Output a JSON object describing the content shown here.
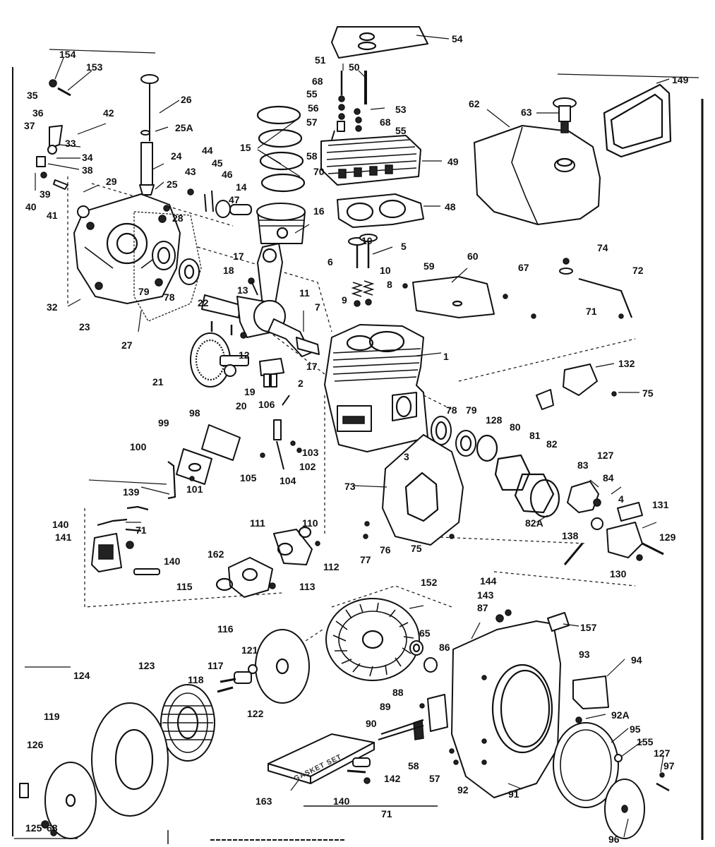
{
  "callouts": [
    {
      "id": "c154",
      "text": "154"
    },
    {
      "id": "c153",
      "text": "153"
    },
    {
      "id": "c35",
      "text": "35"
    },
    {
      "id": "c36",
      "text": "36"
    },
    {
      "id": "c37",
      "text": "37"
    },
    {
      "id": "c42",
      "text": "42"
    },
    {
      "id": "c33",
      "text": "33"
    },
    {
      "id": "c34",
      "text": "34"
    },
    {
      "id": "c38",
      "text": "38"
    },
    {
      "id": "c39",
      "text": "39"
    },
    {
      "id": "c40",
      "text": "40"
    },
    {
      "id": "c41",
      "text": "41"
    },
    {
      "id": "c29",
      "text": "29"
    },
    {
      "id": "c26",
      "text": "26"
    },
    {
      "id": "c25A",
      "text": "25A"
    },
    {
      "id": "c24",
      "text": "24"
    },
    {
      "id": "c25",
      "text": "25"
    },
    {
      "id": "c28",
      "text": "28"
    },
    {
      "id": "c32",
      "text": "32"
    },
    {
      "id": "c23",
      "text": "23"
    },
    {
      "id": "c27",
      "text": "27"
    },
    {
      "id": "c79a",
      "text": "79"
    },
    {
      "id": "c78a",
      "text": "78"
    },
    {
      "id": "c15",
      "text": "15"
    },
    {
      "id": "c44",
      "text": "44"
    },
    {
      "id": "c43",
      "text": "43"
    },
    {
      "id": "c45",
      "text": "45"
    },
    {
      "id": "c46",
      "text": "46"
    },
    {
      "id": "c14",
      "text": "14"
    },
    {
      "id": "c47",
      "text": "47"
    },
    {
      "id": "c16",
      "text": "16"
    },
    {
      "id": "c17a",
      "text": "17"
    },
    {
      "id": "c18",
      "text": "18"
    },
    {
      "id": "c13",
      "text": "13"
    },
    {
      "id": "c11",
      "text": "11"
    },
    {
      "id": "c22",
      "text": "22"
    },
    {
      "id": "c7",
      "text": "7"
    },
    {
      "id": "c12",
      "text": "12"
    },
    {
      "id": "c21",
      "text": "21"
    },
    {
      "id": "c17b",
      "text": "17"
    },
    {
      "id": "c19",
      "text": "19"
    },
    {
      "id": "c20",
      "text": "20"
    },
    {
      "id": "c54",
      "text": "54"
    },
    {
      "id": "c51",
      "text": "51"
    },
    {
      "id": "c50",
      "text": "50"
    },
    {
      "id": "c68a",
      "text": "68"
    },
    {
      "id": "c55a",
      "text": "55"
    },
    {
      "id": "c53",
      "text": "53"
    },
    {
      "id": "c56",
      "text": "56"
    },
    {
      "id": "c68b",
      "text": "68"
    },
    {
      "id": "c57a",
      "text": "57"
    },
    {
      "id": "c55b",
      "text": "55"
    },
    {
      "id": "c58a",
      "text": "58"
    },
    {
      "id": "c70",
      "text": "70"
    },
    {
      "id": "c49",
      "text": "49"
    },
    {
      "id": "c48",
      "text": "48"
    },
    {
      "id": "c62",
      "text": "62"
    },
    {
      "id": "c63",
      "text": "63"
    },
    {
      "id": "c149",
      "text": "149"
    },
    {
      "id": "c74",
      "text": "74"
    },
    {
      "id": "c72",
      "text": "72"
    },
    {
      "id": "c71a",
      "text": "71"
    },
    {
      "id": "c6",
      "text": "6"
    },
    {
      "id": "c5",
      "text": "5"
    },
    {
      "id": "c10a",
      "text": "10"
    },
    {
      "id": "c10b",
      "text": "10"
    },
    {
      "id": "c59",
      "text": "59"
    },
    {
      "id": "c60",
      "text": "60"
    },
    {
      "id": "c67",
      "text": "67"
    },
    {
      "id": "c8",
      "text": "8"
    },
    {
      "id": "c9",
      "text": "9"
    },
    {
      "id": "c1",
      "text": "1"
    },
    {
      "id": "c132",
      "text": "132"
    },
    {
      "id": "c75a",
      "text": "75"
    },
    {
      "id": "c2",
      "text": "2"
    },
    {
      "id": "c106",
      "text": "106"
    },
    {
      "id": "c78b",
      "text": "78"
    },
    {
      "id": "c79b",
      "text": "79"
    },
    {
      "id": "c128",
      "text": "128"
    },
    {
      "id": "c80",
      "text": "80"
    },
    {
      "id": "c81",
      "text": "81"
    },
    {
      "id": "c82",
      "text": "82"
    },
    {
      "id": "c98",
      "text": "98"
    },
    {
      "id": "c99",
      "text": "99"
    },
    {
      "id": "c100",
      "text": "100"
    },
    {
      "id": "c103",
      "text": "103"
    },
    {
      "id": "c102",
      "text": "102"
    },
    {
      "id": "c105",
      "text": "105"
    },
    {
      "id": "c104",
      "text": "104"
    },
    {
      "id": "c101",
      "text": "101"
    },
    {
      "id": "c3",
      "text": "3"
    },
    {
      "id": "c139",
      "text": "139"
    },
    {
      "id": "c140a",
      "text": "140"
    },
    {
      "id": "c73",
      "text": "73"
    },
    {
      "id": "c127a",
      "text": "127"
    },
    {
      "id": "c83",
      "text": "83"
    },
    {
      "id": "c84",
      "text": "84"
    },
    {
      "id": "c82A",
      "text": "82A"
    },
    {
      "id": "c4",
      "text": "4"
    },
    {
      "id": "c131",
      "text": "131"
    },
    {
      "id": "c111",
      "text": "111"
    },
    {
      "id": "c110",
      "text": "110"
    },
    {
      "id": "c141",
      "text": "141"
    },
    {
      "id": "c71b",
      "text": "71"
    },
    {
      "id": "c140b",
      "text": "140"
    },
    {
      "id": "c162",
      "text": "162"
    },
    {
      "id": "c112",
      "text": "112"
    },
    {
      "id": "c77",
      "text": "77"
    },
    {
      "id": "c76",
      "text": "76"
    },
    {
      "id": "c75b",
      "text": "75"
    },
    {
      "id": "c138",
      "text": "138"
    },
    {
      "id": "c129",
      "text": "129"
    },
    {
      "id": "c130",
      "text": "130"
    },
    {
      "id": "c115",
      "text": "115"
    },
    {
      "id": "c113",
      "text": "113"
    },
    {
      "id": "c152",
      "text": "152"
    },
    {
      "id": "c144",
      "text": "144"
    },
    {
      "id": "c143",
      "text": "143"
    },
    {
      "id": "c87",
      "text": "87"
    },
    {
      "id": "c157",
      "text": "157"
    },
    {
      "id": "c116",
      "text": "116"
    },
    {
      "id": "c65",
      "text": "65"
    },
    {
      "id": "c86",
      "text": "86"
    },
    {
      "id": "c93",
      "text": "93"
    },
    {
      "id": "c94",
      "text": "94"
    },
    {
      "id": "c124",
      "text": "124"
    },
    {
      "id": "c123",
      "text": "123"
    },
    {
      "id": "c121",
      "text": "121"
    },
    {
      "id": "c117",
      "text": "117"
    },
    {
      "id": "c118",
      "text": "118"
    },
    {
      "id": "c88",
      "text": "88"
    },
    {
      "id": "c89",
      "text": "89"
    },
    {
      "id": "c92A",
      "text": "92A"
    },
    {
      "id": "c119",
      "text": "119"
    },
    {
      "id": "c122",
      "text": "122"
    },
    {
      "id": "c90",
      "text": "90"
    },
    {
      "id": "c95",
      "text": "95"
    },
    {
      "id": "c155",
      "text": "155"
    },
    {
      "id": "c126",
      "text": "126"
    },
    {
      "id": "c127b",
      "text": "127"
    },
    {
      "id": "c97",
      "text": "97"
    },
    {
      "id": "c58b",
      "text": "58"
    },
    {
      "id": "c142",
      "text": "142"
    },
    {
      "id": "c57b",
      "text": "57"
    },
    {
      "id": "c92",
      "text": "92"
    },
    {
      "id": "c91",
      "text": "91"
    },
    {
      "id": "c163",
      "text": "163"
    },
    {
      "id": "c140c",
      "text": "140"
    },
    {
      "id": "c71c",
      "text": "71"
    },
    {
      "id": "c125",
      "text": "125"
    },
    {
      "id": "c68c",
      "text": "68"
    },
    {
      "id": "c96",
      "text": "96"
    }
  ],
  "gasket_kit_label": "GASKET SET"
}
